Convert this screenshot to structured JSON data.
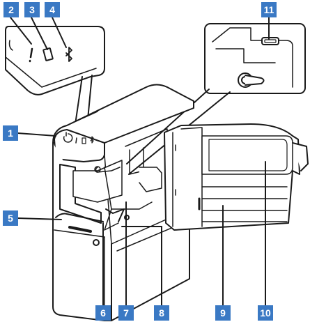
{
  "callouts": [
    {
      "label": "1"
    },
    {
      "label": "2"
    },
    {
      "label": "3"
    },
    {
      "label": "4"
    },
    {
      "label": "5"
    },
    {
      "label": "6"
    },
    {
      "label": "7"
    },
    {
      "label": "8"
    },
    {
      "label": "9"
    },
    {
      "label": "10"
    },
    {
      "label": "11"
    }
  ],
  "colors": {
    "callout_fill": "#3a79c4",
    "outline": "#1a1a1a",
    "body_fill": "#ffffff"
  }
}
